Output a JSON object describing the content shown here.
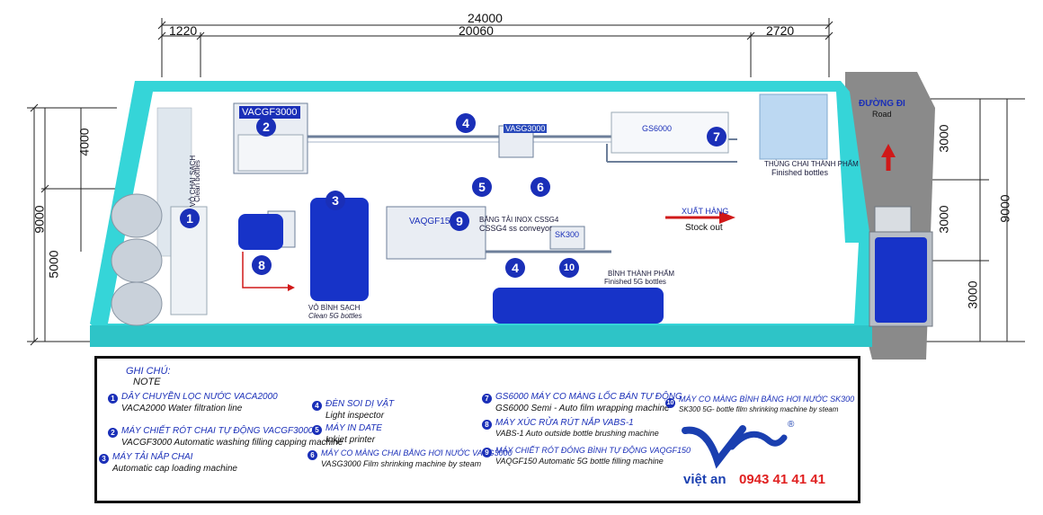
{
  "dimensions": {
    "total_width": "24000",
    "left_width": "1220",
    "middle_width": "20060",
    "right_width": "2720",
    "left_total": "9000",
    "left_top": "4000",
    "left_bottom": "5000",
    "right_total": "9000",
    "right_top": "3000",
    "right_mid": "3000",
    "right_bottom": "3000"
  },
  "badges": [
    "1",
    "2",
    "3",
    "4",
    "5",
    "6",
    "7",
    "8",
    "9",
    "4",
    "10"
  ],
  "machines": {
    "vacgf3000": "VACGF3000",
    "vasg3000": "VASG3000",
    "gs6000": "GS6000",
    "vaqgf150": "VAQGF150",
    "sk300": "SK300"
  },
  "labels": {
    "clean_bottles_vn": "VỎ CHAI SẠCH",
    "clean_bottles_en": "Clean bottles",
    "finished_bottles_vn": "THÙNG CHAI THÀNH PHẨM",
    "finished_bottles_en": "Finished bottles",
    "clean_5g_vn": "VỎ BÌNH SẠCH",
    "clean_5g_en": "Clean 5G bottles",
    "finished_5g_vn": "BÌNH THÀNH PHẨM",
    "finished_5g_en": "Finished 5G bottles",
    "conveyor_vn": "BĂNG TẢI INOX CSSG4",
    "conveyor_en": "CSSG4 ss conveyor",
    "stock_out_vn": "XUẤT HÀNG",
    "stock_out_en": "Stock out",
    "road_vn": "ĐƯỜNG ĐI",
    "road_en": "Road"
  },
  "legend": {
    "title_vn": "GHI CHÚ:",
    "title_en": "NOTE",
    "items": [
      {
        "num": "1",
        "vn": "DÂY CHUYỀN LỌC NƯỚC VACA2000",
        "en": "VACA2000 Water filtration line"
      },
      {
        "num": "2",
        "vn": "MÁY CHIẾT RÓT CHAI TỰ ĐỘNG VACGF3000",
        "en": "VACGF3000 Automatic washing filling capping machine"
      },
      {
        "num": "3",
        "vn": "MÁY TẢI NẮP CHAI",
        "en": "Automatic cap loading machine"
      },
      {
        "num": "4",
        "vn": "ĐÈN SOI DỊ VẬT",
        "en": "Light inspector"
      },
      {
        "num": "5",
        "vn": "MÁY IN DATE",
        "en": "Inkjet printer"
      },
      {
        "num": "6",
        "vn": "MÁY CO MÀNG CHAI BẰNG HƠI NƯỚC VASG3000",
        "en": "VASG3000 Film shrinking machine by steam"
      },
      {
        "num": "7",
        "vn": "GS6000 MÁY CO MÀNG LỐC BÁN TỰ ĐỘNG",
        "en": "GS6000 Semi - Auto film wrapping machine"
      },
      {
        "num": "8",
        "vn": "MÁY XÚC RỬA RÚT NẮP VABS-1",
        "en": "VABS-1 Auto outside bottle brushing machine"
      },
      {
        "num": "9",
        "vn": "MÁY CHIẾT RÓT ĐÓNG BÌNH TỰ ĐỘNG VAQGF150",
        "en": "VAQGF150 Automatic 5G bottle filling machine"
      },
      {
        "num": "10",
        "vn": "MÁY CO MÀNG BÌNH BẰNG HƠI NƯỚC SK300",
        "en": "SK300  5G- bottle film shrinking machine by steam"
      }
    ]
  },
  "brand": {
    "name": "việt an",
    "phone": "0943 41 41 41",
    "registered": "®",
    "color_blue": "#1a3fb0",
    "color_red": "#e02020"
  },
  "colors": {
    "wall": "#35d5d8",
    "floor": "#ffffff",
    "badge": "#1a2fb8",
    "road": "#8a8a8a"
  }
}
